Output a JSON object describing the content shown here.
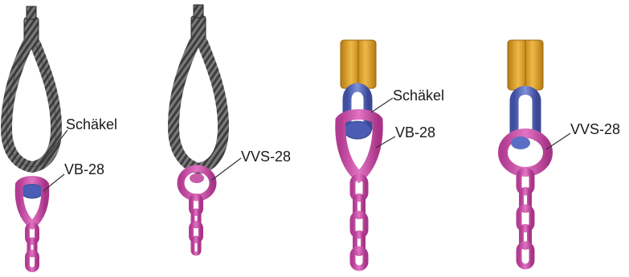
{
  "figures": [
    {
      "labels": [
        "Schäkel",
        "VB-28"
      ]
    },
    {
      "labels": [
        "VVS-28"
      ]
    },
    {
      "labels": [
        "Schäkel",
        "VB-28"
      ]
    },
    {
      "labels": [
        "VVS-28"
      ]
    }
  ],
  "colors": {
    "wire_rope": "#6f6f6f",
    "wire_rope_dark": "#3d3d3d",
    "shackle": "#5a6fc4",
    "chain": "#d455b0",
    "chain_dark": "#b23c92",
    "webbing_sling": "#e0a030",
    "webbing_sling_dark": "#b57a12",
    "leader_line": "#333333"
  }
}
